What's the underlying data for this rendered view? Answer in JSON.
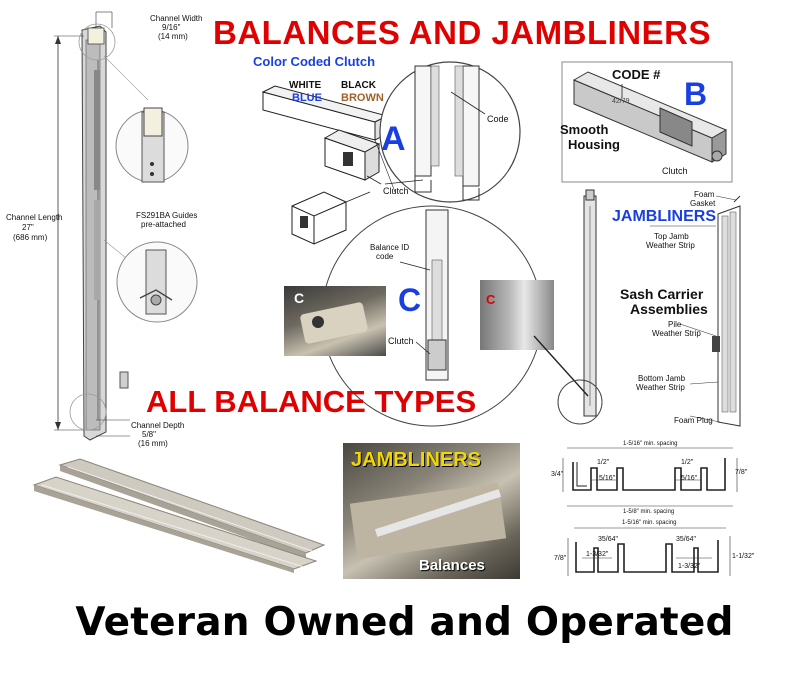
{
  "headline": "BALANCES AND JAMBLINERS",
  "footer": "Veteran Owned and Operated",
  "mid_title": "ALL BALANCE TYPES",
  "colors": {
    "red": "#e00000",
    "blue": "#1a3fe0",
    "brown": "#a0622a",
    "yellow": "#f0d800"
  },
  "balance_diagram": {
    "channel_width": "Channel Width",
    "channel_width_in": "9/16\"",
    "channel_width_mm": "(14 mm)",
    "channel_length": "Channel Length",
    "channel_length_in": "27\"",
    "channel_length_mm": "(686 mm)",
    "guides": "FS291BA Guides",
    "guides_sub": "pre-attached",
    "channel_depth": "Channel Depth",
    "channel_depth_in": "5/8\"",
    "channel_depth_mm": "(16 mm)"
  },
  "type_a": {
    "heading": "Color Coded Clutch",
    "white": "WHITE",
    "black": "BLACK",
    "blue": "BLUE",
    "brown": "BROWN",
    "letter": "A",
    "code": "Code",
    "clutch": "Clutch"
  },
  "type_b": {
    "code": "CODE #",
    "letter": "B",
    "smooth": "Smooth",
    "housing": "Housing",
    "clutch": "Clutch",
    "part_no": "42/79"
  },
  "type_c": {
    "photo_label": "C",
    "letter": "C",
    "zoom_label": "C",
    "balance_id": "Balance ID",
    "balance_id_sub": "code",
    "clutch": "Clutch"
  },
  "jamb_diagram": {
    "heading": "JAMBLINERS",
    "foam_gasket": "Foam",
    "foam_gasket_sub": "Gasket",
    "top_jamb": "Top Jamb",
    "top_jamb_sub": "Weather Strip",
    "sash_carrier": "Sash Carrier",
    "assemblies": "Assemblies",
    "pile": "Pile",
    "pile_sub": "Weather Strip",
    "bottom_jamb": "Bottom Jamb",
    "bottom_jamb_sub": "Weather Strip",
    "foam_plug": "Foam Plug"
  },
  "jamb_photo": {
    "heading": "JAMBLINERS",
    "caption": "Balances"
  },
  "profile1": {
    "top": "1-5/16\" min. spacing",
    "d1": "3/4\"",
    "d2": "7/8\"",
    "a1": "1/2\"",
    "a2": "1/2\"",
    "b1": "5/16\"",
    "b2": "5/16\"",
    "bottom": "1-5/8\" min. spacing"
  },
  "profile2": {
    "top": "1-5/16\" min. spacing",
    "a1": "35/64\"",
    "a2": "35/64\"",
    "b1": "1-3/32\"",
    "b2": "1-3/32\"",
    "d1": "7/8\"",
    "d2": "1-1/32\""
  }
}
